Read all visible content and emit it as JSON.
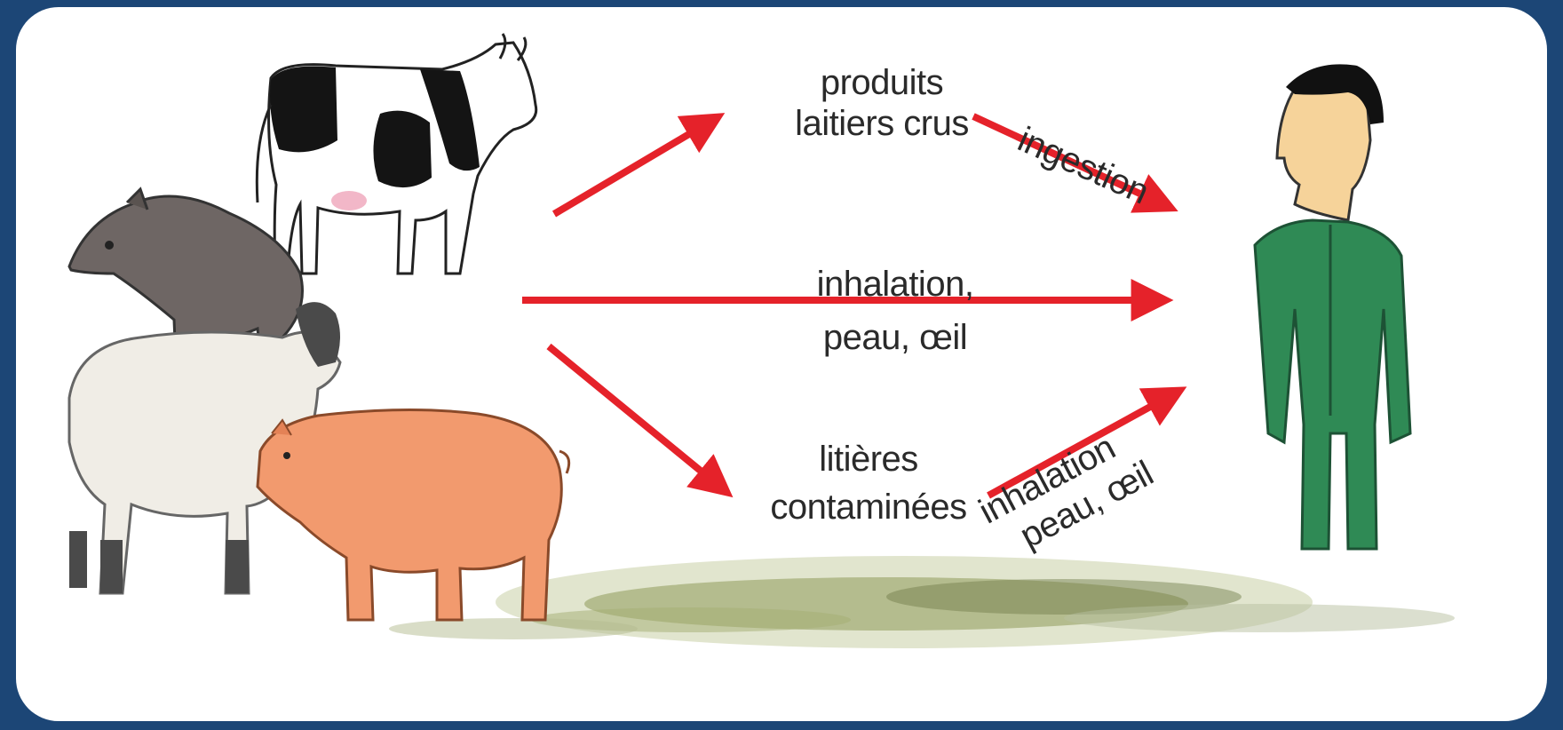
{
  "labels": {
    "dairy": [
      "produits",
      "laitiers crus"
    ],
    "ingestion": "ingestion",
    "inhalation_mid": [
      "inhalation,",
      "peau, œil"
    ],
    "litter": [
      "litières",
      "contaminées"
    ],
    "inhalation_low": [
      "inhalation",
      "peau, œil"
    ]
  },
  "colors": {
    "arrow": "#e5222a",
    "background": "#1c4676",
    "panel": "#ffffff",
    "cow_spots": "#141414",
    "boar": "#6e6664",
    "sheep": "#f0ede6",
    "pig": "#f29a6e",
    "person_suit": "#2f8a55",
    "person_skin": "#f6d39a",
    "ground": "#8f9a5a"
  },
  "icons": [
    "cow-icon",
    "wild-boar-icon",
    "sheep-icon",
    "pig-icon",
    "person-icon"
  ]
}
